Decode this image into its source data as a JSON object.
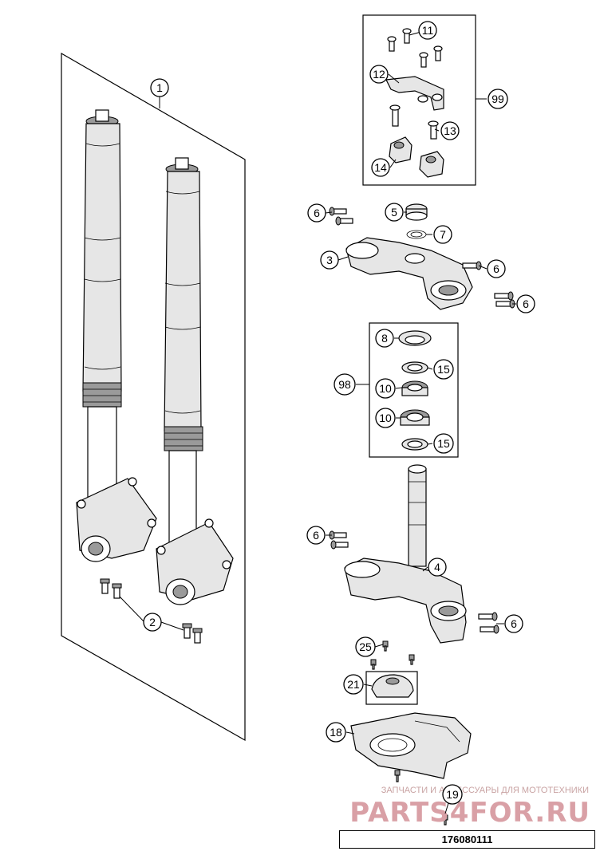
{
  "diagram": {
    "catalog_number": "176080111",
    "callouts": {
      "c1": "1",
      "c2": "2",
      "c3": "3",
      "c4": "4",
      "c5": "5",
      "c6a": "6",
      "c6b": "6",
      "c6c": "6",
      "c6d": "6",
      "c6e": "6",
      "c7": "7",
      "c8": "8",
      "c10a": "10",
      "c10b": "10",
      "c11": "11",
      "c12": "12",
      "c13": "13",
      "c14": "14",
      "c15a": "15",
      "c15b": "15",
      "c18": "18",
      "c19": "19",
      "c21": "21",
      "c25": "25",
      "c98": "98",
      "c99": "99"
    },
    "watermark": {
      "caption": "ЗАПЧАСТИ И АКСЕССУАРЫ ДЛЯ МОТОТЕХНИКИ",
      "brand": "PARTS4FOR.RU"
    }
  }
}
